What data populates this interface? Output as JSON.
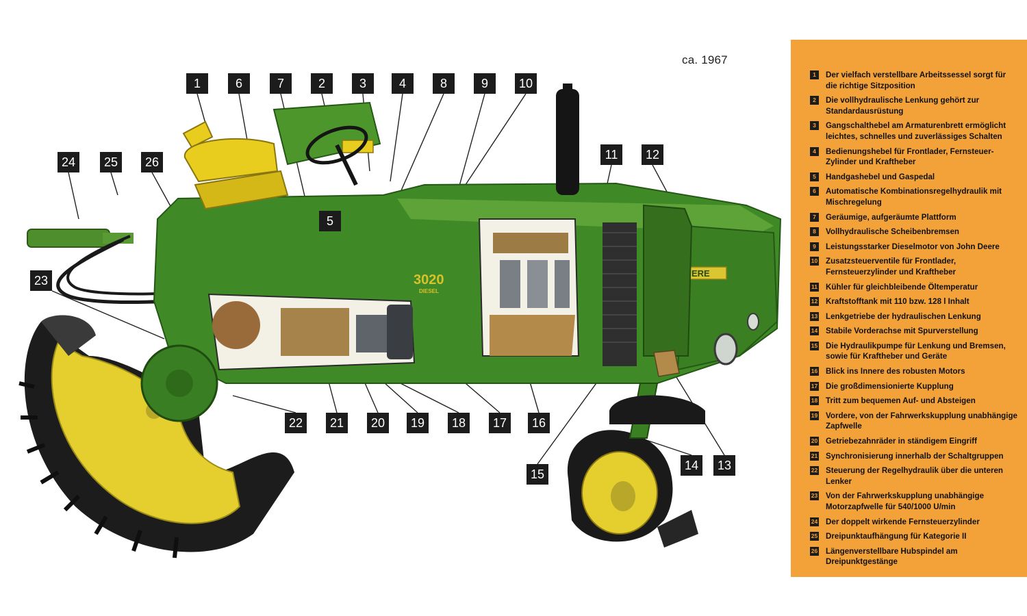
{
  "year_note": "ca. 1967",
  "model_badge": "3020",
  "model_sub": "DIESEL",
  "grille_badge": "ERE",
  "callouts": [
    {
      "number": "1"
    },
    {
      "number": "6"
    },
    {
      "number": "7"
    },
    {
      "number": "2"
    },
    {
      "number": "3"
    },
    {
      "number": "4"
    },
    {
      "number": "8"
    },
    {
      "number": "9"
    },
    {
      "number": "10"
    },
    {
      "number": "24"
    },
    {
      "number": "25"
    },
    {
      "number": "26"
    },
    {
      "number": "5"
    },
    {
      "number": "11"
    },
    {
      "number": "12"
    },
    {
      "number": "23"
    },
    {
      "number": "22"
    },
    {
      "number": "21"
    },
    {
      "number": "20"
    },
    {
      "number": "19"
    },
    {
      "number": "18"
    },
    {
      "number": "17"
    },
    {
      "number": "16"
    },
    {
      "number": "15"
    },
    {
      "number": "14"
    },
    {
      "number": "13"
    }
  ],
  "legend": [
    {
      "number": "1",
      "text": "Der vielfach verstellbare Arbeitssessel sorgt für die richtige Sitzposition"
    },
    {
      "number": "2",
      "text": "Die vollhydraulische Lenkung gehört zur Standardausrüstung"
    },
    {
      "number": "3",
      "text": "Gangschalthebel am Armaturenbrett ermöglicht leichtes, schnelles und zuverlässiges Schalten"
    },
    {
      "number": "4",
      "text": "Bedienungshebel für Frontlader, Fernsteuer-Zylinder und Kraftheber"
    },
    {
      "number": "5",
      "text": "Handgashebel und Gaspedal"
    },
    {
      "number": "6",
      "text": "Automatische Kombinationsregelhydraulik mit Mischregelung"
    },
    {
      "number": "7",
      "text": "Geräumige, aufgeräumte Plattform"
    },
    {
      "number": "8",
      "text": "Vollhydraulische Scheibenbremsen"
    },
    {
      "number": "9",
      "text": "Leistungsstarker Dieselmotor von John Deere"
    },
    {
      "number": "10",
      "text": "Zusatzsteuerventile für Frontlader, Fernsteuerzylinder und Kraftheber"
    },
    {
      "number": "11",
      "text": "Kühler für gleichbleibende Öltemperatur"
    },
    {
      "number": "12",
      "text": "Kraftstofftank mit 110 bzw. 128 l Inhalt"
    },
    {
      "number": "13",
      "text": "Lenkgetriebe der hydraulischen Lenkung"
    },
    {
      "number": "14",
      "text": "Stabile Vorderachse mit Spurverstellung"
    },
    {
      "number": "15",
      "text": "Die Hydraulikpumpe für Lenkung und Bremsen, sowie für Kraftheber und Geräte"
    },
    {
      "number": "16",
      "text": "Blick ins Innere des robusten Motors"
    },
    {
      "number": "17",
      "text": "Die großdimensionierte Kupplung"
    },
    {
      "number": "18",
      "text": "Tritt zum bequemen Auf- und Absteigen"
    },
    {
      "number": "19",
      "text": "Vordere, von der Fahrwerkskupplung unabhängige Zapfwelle"
    },
    {
      "number": "20",
      "text": "Getriebezahnräder in ständigem Eingriff"
    },
    {
      "number": "21",
      "text": "Synchronisierung innerhalb der Schaltgruppen"
    },
    {
      "number": "22",
      "text": "Steuerung der Regelhydraulik über die unteren Lenker"
    },
    {
      "number": "23",
      "text": "Von der Fahrwerkskupplung unabhängige Motorzapfwelle für 540/1000 U/min"
    },
    {
      "number": "24",
      "text": "Der doppelt wirkende Fernsteuerzylinder"
    },
    {
      "number": "25",
      "text": "Dreipunktaufhängung für Kategorie II"
    },
    {
      "number": "26",
      "text": "Längenverstellbare Hubspindel am Dreipunktgestänge"
    }
  ]
}
